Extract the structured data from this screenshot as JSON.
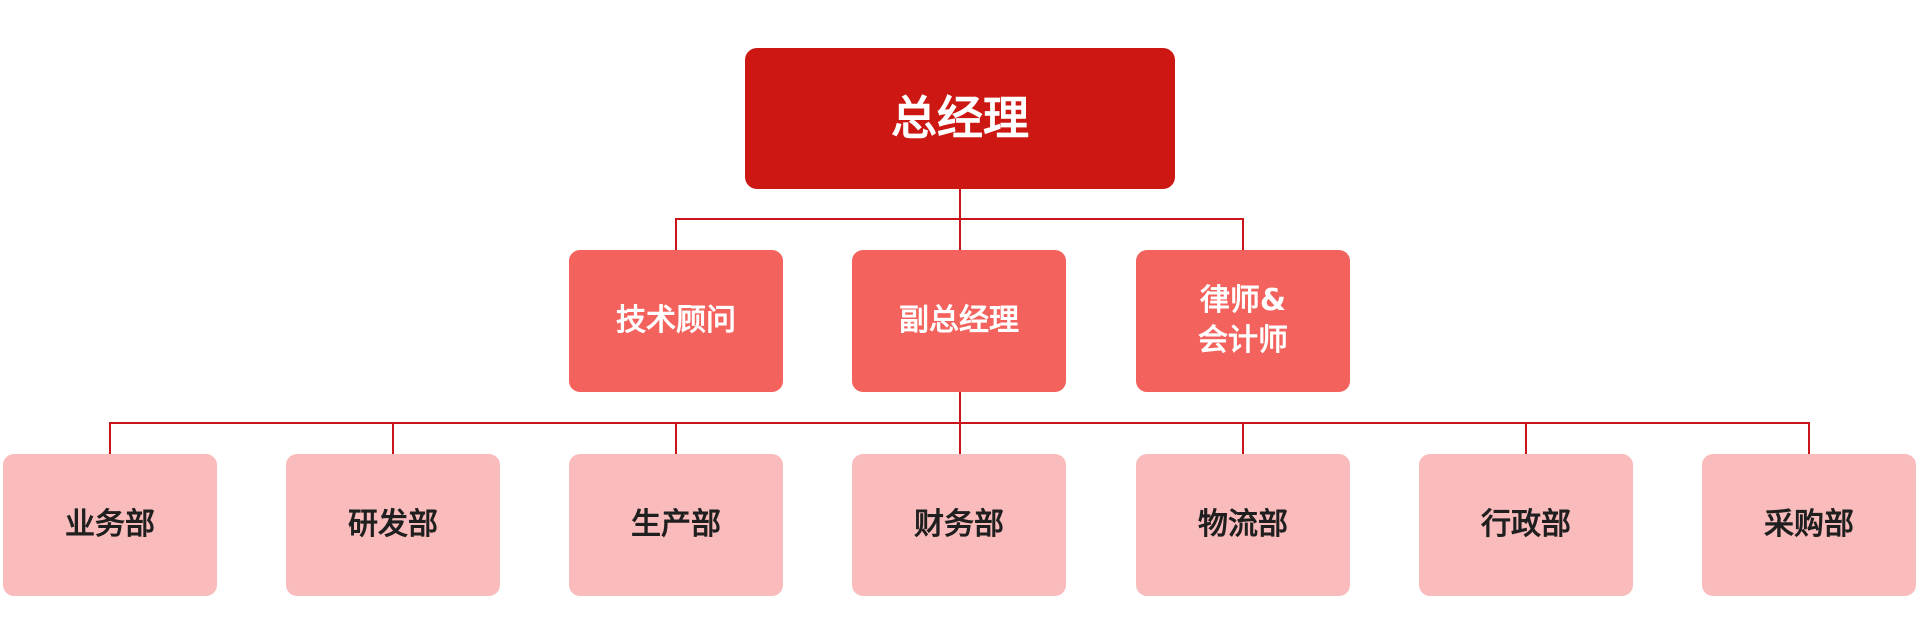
{
  "chart": {
    "top": {
      "label": "总经理"
    },
    "second_level": [
      {
        "label": "技术顾问"
      },
      {
        "label": "副总经理"
      },
      {
        "label": "律师&\n会计师"
      }
    ],
    "departments": [
      {
        "label": "业务部"
      },
      {
        "label": "研发部"
      },
      {
        "label": "生产部"
      },
      {
        "label": "财务部"
      },
      {
        "label": "物流部"
      },
      {
        "label": "行政部"
      },
      {
        "label": "采购部"
      }
    ]
  },
  "colors": {
    "top_fill": "#cc1712",
    "mid_fill": "#f4625d",
    "dept_fill": "#f9bbbb",
    "connector": "#c9141a"
  }
}
